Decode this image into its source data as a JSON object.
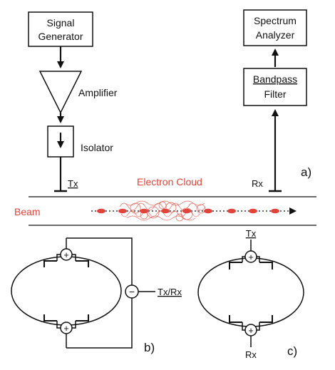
{
  "blocks": {
    "signal_generator": [
      "Signal",
      "Generator"
    ],
    "spectrum_analyzer": [
      "Spectrum",
      "Analyzer"
    ],
    "bandpass_filter": [
      "Bandpass",
      "Filter"
    ]
  },
  "labels": {
    "amplifier": "Amplifier",
    "isolator": "Isolator",
    "tx": "Tx",
    "rx": "Rx",
    "electron_cloud": "Electron Cloud",
    "beam": "Beam",
    "panel_a": "a)",
    "panel_b": "b)",
    "panel_c": "c)",
    "txrx": "Tx/Rx",
    "c_tx": "Tx",
    "c_rx": "Rx",
    "plus": "+",
    "minus": "−"
  },
  "colors": {
    "accent": "#e0443a",
    "line": "#111111"
  }
}
